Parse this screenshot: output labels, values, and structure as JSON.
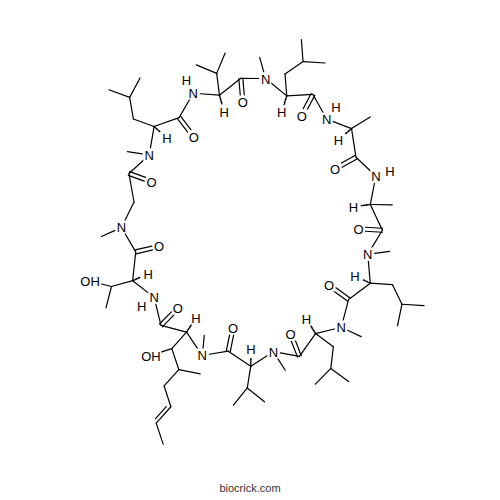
{
  "diagram": {
    "labels": [
      "N",
      "H",
      "O",
      "N",
      "H",
      "H",
      "O",
      "N",
      "H",
      "H",
      "O",
      "N",
      "H",
      "O",
      "N",
      "H",
      "O",
      "N",
      "H",
      "O",
      "N",
      "H",
      "OH",
      "O",
      "N",
      "H",
      "H",
      "OH",
      "O",
      "N",
      "O",
      "N",
      "H",
      "O",
      "N",
      "H",
      "H",
      "O",
      "biocrick.com"
    ]
  }
}
